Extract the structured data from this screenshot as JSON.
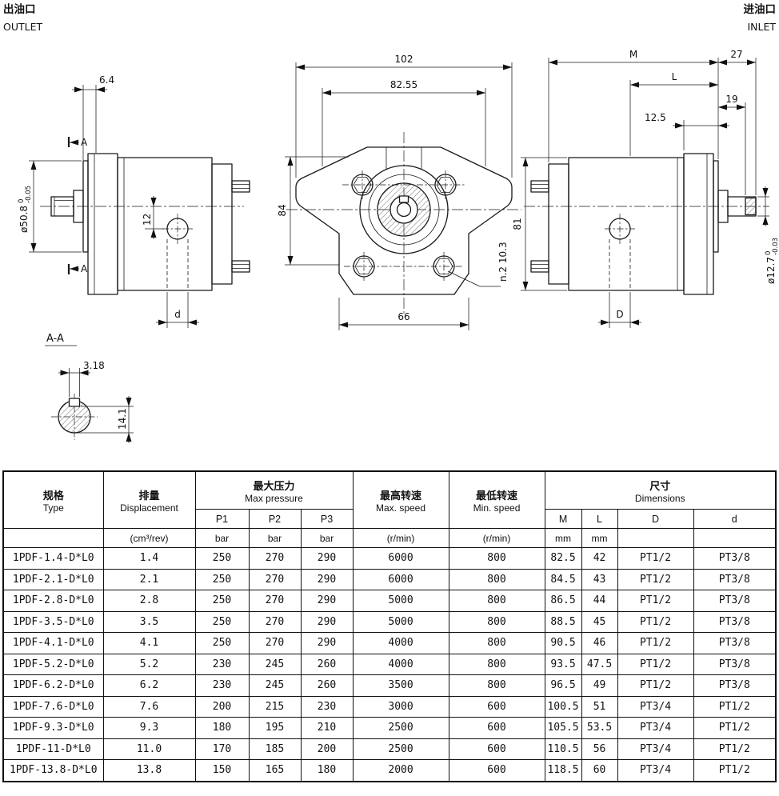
{
  "page": {
    "outlet_cn": "出油口",
    "outlet_en": "OUTLET",
    "inlet_cn": "进油口",
    "inlet_en": "INLET"
  },
  "drawing": {
    "left": {
      "dim_6_4": "6.4",
      "section_a_top": "A",
      "section_a_bottom": "A",
      "dia_50_8": "ø50.8",
      "dia_50_8_tol_top": "0",
      "dia_50_8_tol_bot": "-0.05",
      "dim_12": "12",
      "dim_d": "d",
      "section_title": "A-A"
    },
    "front": {
      "dim_102": "102",
      "dim_82_55": "82.55",
      "dim_84": "84",
      "holes_note": "n.2 10.3",
      "dim_66": "66"
    },
    "right": {
      "dim_M": "M",
      "dim_27": "27",
      "dim_L": "L",
      "dim_19": "19",
      "dim_12_5": "12.5",
      "dim_81": "81",
      "dia_12_7": "ø12.7",
      "dia_12_7_tol_top": "0",
      "dia_12_7_tol_bot": "-0.03",
      "dim_D": "D"
    },
    "section": {
      "dim_3_18": "3.18",
      "dim_14_1": "14.1"
    }
  },
  "table": {
    "headers": {
      "type_cn": "规格",
      "type_en": "Type",
      "disp_cn": "排量",
      "disp_en": "Displacement",
      "pressure_cn": "最大压力",
      "pressure_en": "Max pressure",
      "max_speed_cn": "最高转速",
      "max_speed_en": "Max. speed",
      "min_speed_cn": "最低转速",
      "min_speed_en": "Min. speed",
      "dims_cn": "尺寸",
      "dims_en": "Dimensions",
      "p1": "P1",
      "p2": "P2",
      "p3": "P3",
      "m": "M",
      "l": "L",
      "d_upper": "D",
      "d_lower": "d"
    },
    "units": {
      "disp": "(cm³/rev)",
      "p1": "bar",
      "p2": "bar",
      "p3": "bar",
      "max_speed": "(r/min)",
      "min_speed": "(r/min)",
      "m": "mm",
      "l": "mm",
      "d_upper": "",
      "d_lower": ""
    },
    "rows": [
      {
        "type": "1PDF-1.4-D*L0",
        "disp": "1.4",
        "p1": "250",
        "p2": "270",
        "p3": "290",
        "max_speed": "6000",
        "min_speed": "800",
        "m": "82.5",
        "l": "42",
        "d_upper": "PT1/2",
        "d_lower": "PT3/8"
      },
      {
        "type": "1PDF-2.1-D*L0",
        "disp": "2.1",
        "p1": "250",
        "p2": "270",
        "p3": "290",
        "max_speed": "6000",
        "min_speed": "800",
        "m": "84.5",
        "l": "43",
        "d_upper": "PT1/2",
        "d_lower": "PT3/8"
      },
      {
        "type": "1PDF-2.8-D*L0",
        "disp": "2.8",
        "p1": "250",
        "p2": "270",
        "p3": "290",
        "max_speed": "5000",
        "min_speed": "800",
        "m": "86.5",
        "l": "44",
        "d_upper": "PT1/2",
        "d_lower": "PT3/8"
      },
      {
        "type": "1PDF-3.5-D*L0",
        "disp": "3.5",
        "p1": "250",
        "p2": "270",
        "p3": "290",
        "max_speed": "5000",
        "min_speed": "800",
        "m": "88.5",
        "l": "45",
        "d_upper": "PT1/2",
        "d_lower": "PT3/8"
      },
      {
        "type": "1PDF-4.1-D*L0",
        "disp": "4.1",
        "p1": "250",
        "p2": "270",
        "p3": "290",
        "max_speed": "4000",
        "min_speed": "800",
        "m": "90.5",
        "l": "46",
        "d_upper": "PT1/2",
        "d_lower": "PT3/8"
      },
      {
        "type": "1PDF-5.2-D*L0",
        "disp": "5.2",
        "p1": "230",
        "p2": "245",
        "p3": "260",
        "max_speed": "4000",
        "min_speed": "800",
        "m": "93.5",
        "l": "47.5",
        "d_upper": "PT1/2",
        "d_lower": "PT3/8"
      },
      {
        "type": "1PDF-6.2-D*L0",
        "disp": "6.2",
        "p1": "230",
        "p2": "245",
        "p3": "260",
        "max_speed": "3500",
        "min_speed": "800",
        "m": "96.5",
        "l": "49",
        "d_upper": "PT1/2",
        "d_lower": "PT3/8"
      },
      {
        "type": "1PDF-7.6-D*L0",
        "disp": "7.6",
        "p1": "200",
        "p2": "215",
        "p3": "230",
        "max_speed": "3000",
        "min_speed": "600",
        "m": "100.5",
        "l": "51",
        "d_upper": "PT3/4",
        "d_lower": "PT1/2"
      },
      {
        "type": "1PDF-9.3-D*L0",
        "disp": "9.3",
        "p1": "180",
        "p2": "195",
        "p3": "210",
        "max_speed": "2500",
        "min_speed": "600",
        "m": "105.5",
        "l": "53.5",
        "d_upper": "PT3/4",
        "d_lower": "PT1/2"
      },
      {
        "type": "1PDF-11-D*L0",
        "disp": "11.0",
        "p1": "170",
        "p2": "185",
        "p3": "200",
        "max_speed": "2500",
        "min_speed": "600",
        "m": "110.5",
        "l": "56",
        "d_upper": "PT3/4",
        "d_lower": "PT1/2"
      },
      {
        "type": "1PDF-13.8-D*L0",
        "disp": "13.8",
        "p1": "150",
        "p2": "165",
        "p3": "180",
        "max_speed": "2000",
        "min_speed": "600",
        "m": "118.5",
        "l": "60",
        "d_upper": "PT3/4",
        "d_lower": "PT1/2"
      }
    ]
  }
}
